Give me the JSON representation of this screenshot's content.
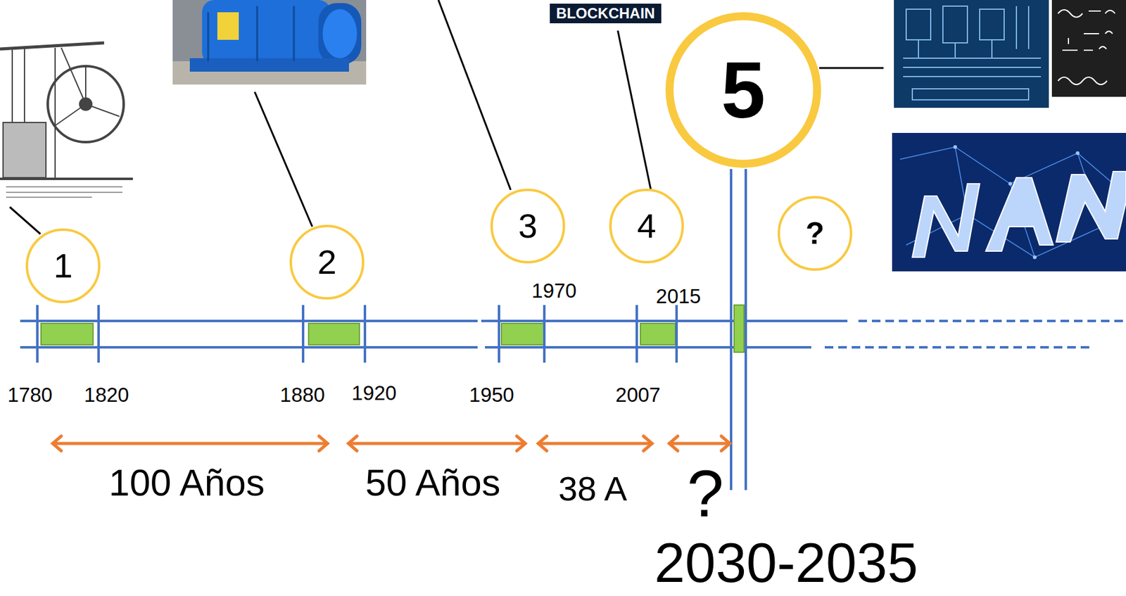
{
  "diagram": {
    "nodes": [
      {
        "text": [
          "1"
        ]
      },
      {
        "text": [
          "2"
        ]
      },
      {
        "text": [
          "3"
        ]
      },
      {
        "text": [
          "4"
        ]
      },
      {
        "text": [
          "5"
        ]
      },
      {
        "text": [
          "?"
        ]
      }
    ],
    "labels": [
      "BLOCKCHAIN",
      "1780",
      "1820",
      "1880",
      "1920",
      "1950",
      "1970",
      "2007",
      "2015",
      "100 Años",
      "50 Años",
      "38 A",
      "?",
      "2030-2035"
    ]
  }
}
